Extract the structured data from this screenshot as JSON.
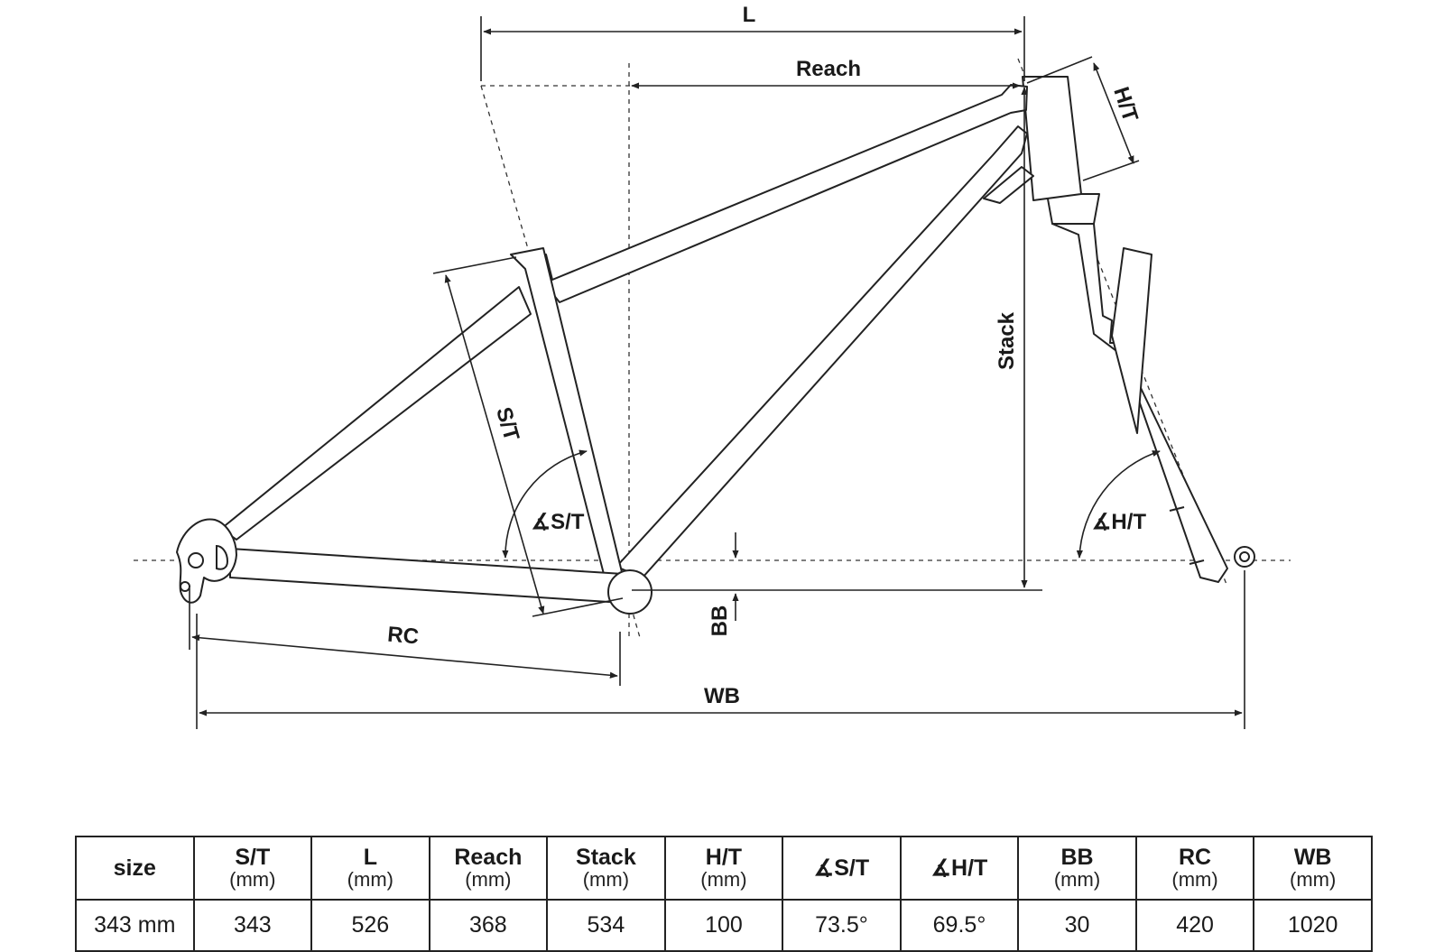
{
  "diagram": {
    "labels": {
      "l": "L",
      "reach": "Reach",
      "ht": "H/T",
      "stack": "Stack",
      "st": "S/T",
      "st_angle": "∡S/T",
      "ht_angle": "∡H/T",
      "bb": "BB",
      "rc": "RC",
      "wb": "WB"
    }
  },
  "table": {
    "size_header": "size",
    "columns": [
      {
        "label": "S/T",
        "unit": "(mm)"
      },
      {
        "label": "L",
        "unit": "(mm)"
      },
      {
        "label": "Reach",
        "unit": "(mm)"
      },
      {
        "label": "Stack",
        "unit": "(mm)"
      },
      {
        "label": "H/T",
        "unit": "(mm)"
      },
      {
        "label": "∡S/T",
        "unit": ""
      },
      {
        "label": "∡H/T",
        "unit": ""
      },
      {
        "label": "BB",
        "unit": "(mm)"
      },
      {
        "label": "RC",
        "unit": "(mm)"
      },
      {
        "label": "WB",
        "unit": "(mm)"
      }
    ],
    "rows": [
      {
        "size": "343 mm",
        "values": [
          "343",
          "526",
          "368",
          "534",
          "100",
          "73.5°",
          "69.5°",
          "30",
          "420",
          "1020"
        ]
      }
    ]
  }
}
